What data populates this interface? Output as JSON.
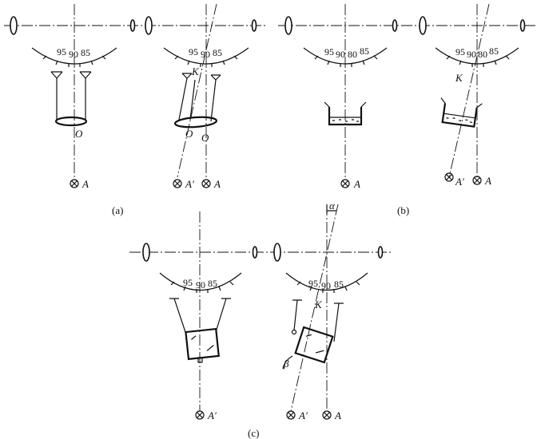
{
  "panels": {
    "a": {
      "caption": "(a)",
      "left": {
        "scale": [
          "95",
          "90",
          "85"
        ],
        "pivot": "O",
        "mark": "A"
      },
      "right": {
        "scale": [
          "95",
          "90",
          "85"
        ],
        "k": "K",
        "pivot_left": "O",
        "pivot_right": "O",
        "mark_left": "A′",
        "mark_right": "A"
      }
    },
    "b": {
      "caption": "(b)",
      "left": {
        "scale": [
          "95",
          "90",
          "80",
          "85"
        ],
        "mark": "A"
      },
      "right": {
        "scale": [
          "95",
          "90",
          "80",
          "85"
        ],
        "k": "K",
        "mark_left": "A′",
        "mark_right": "A"
      }
    },
    "c": {
      "caption": "(c)",
      "left": {
        "scale": [
          "95",
          "90",
          "85"
        ],
        "mark": "A′"
      },
      "right": {
        "scale": [
          "95",
          "90",
          "85"
        ],
        "k": "K",
        "alpha": "α",
        "beta": "β",
        "mark_left": "A′",
        "mark_right": "A"
      }
    }
  }
}
